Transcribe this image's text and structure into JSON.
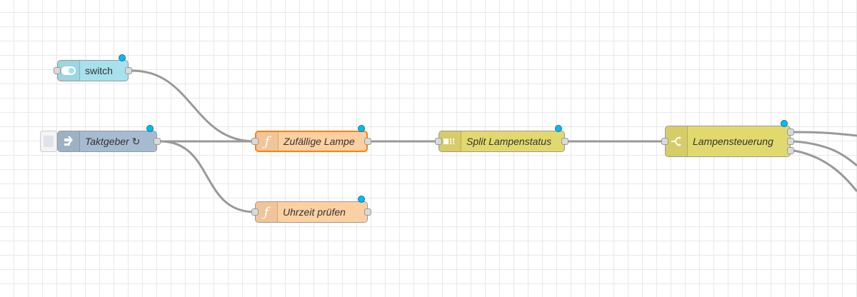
{
  "canvas": {
    "grid_color": "#e8e8e8",
    "wire_color": "#999999",
    "changed_indicator_color": "#00bcf2"
  },
  "nodes": [
    {
      "id": "switch",
      "label": "switch",
      "type": "ui_switch",
      "color": "#a6e1ec",
      "icon": "toggle-icon",
      "italic": false
    },
    {
      "id": "taktgeber",
      "label": "Taktgeber ↻",
      "type": "inject",
      "color": "#a6bbcf",
      "icon": "inject-arrow-icon",
      "italic": true
    },
    {
      "id": "zufaellige",
      "label": "Zufällige Lampe",
      "type": "function",
      "color": "#fdd0a2",
      "icon": "function-icon",
      "italic": true,
      "selected": true
    },
    {
      "id": "uhrzeit",
      "label": "Uhrzeit prüfen",
      "type": "function",
      "color": "#fdd0a2",
      "icon": "function-icon",
      "italic": true
    },
    {
      "id": "split",
      "label": "Split Lampenstatus",
      "type": "split",
      "color": "#e2d96e",
      "icon": "split-icon",
      "italic": true
    },
    {
      "id": "lampen",
      "label": "Lampensteuerung",
      "type": "switch",
      "color": "#e2d96e",
      "icon": "switch-route-icon",
      "italic": true
    }
  ]
}
